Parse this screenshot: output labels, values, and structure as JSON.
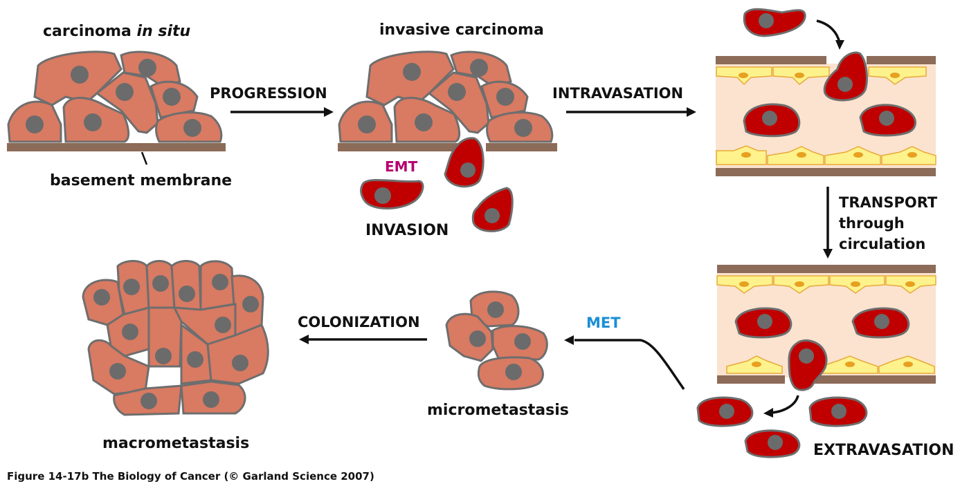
{
  "figure": {
    "caption": "Figure 14-17b  The Biology of Cancer (© Garland Science 2007)"
  },
  "stages": {
    "carcinoma_in_situ": {
      "title_main": "carcinoma ",
      "title_italic": "in situ",
      "membrane_label": "basement membrane"
    },
    "invasive_carcinoma": {
      "title": "invasive carcinoma",
      "emt_label": "EMT",
      "invasion_label": "INVASION"
    },
    "micrometastasis": {
      "label": "micrometastasis"
    },
    "macrometastasis": {
      "label": "macrometastasis"
    }
  },
  "steps": {
    "progression": "PROGRESSION",
    "intravasation": "INTRAVASATION",
    "transport_line1": "TRANSPORT",
    "transport_line2": "through",
    "transport_line3": "circulation",
    "extravasation": "EXTRAVASATION",
    "met": "MET",
    "colonization": "COLONIZATION"
  },
  "colors": {
    "emt": "#b5006e",
    "met": "#1a8fd6",
    "epithelial_cell": "#d97a62",
    "tumor_cell": "#c00000",
    "nucleus": "#6b6b6b",
    "basement_membrane": "#8c6b58",
    "vessel_lumen": "#fbe3cf",
    "endothelial_cell": "#fdf28c"
  }
}
